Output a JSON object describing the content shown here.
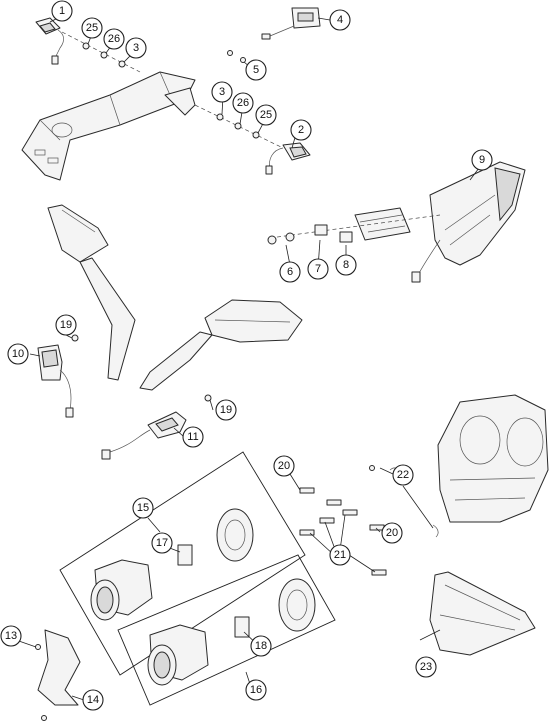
{
  "callouts": [
    {
      "id": "c1",
      "label": "1"
    },
    {
      "id": "c2",
      "label": "2"
    },
    {
      "id": "c3a",
      "label": "3"
    },
    {
      "id": "c3b",
      "label": "3"
    },
    {
      "id": "c4",
      "label": "4"
    },
    {
      "id": "c5",
      "label": "5"
    },
    {
      "id": "c6",
      "label": "6"
    },
    {
      "id": "c7",
      "label": "7"
    },
    {
      "id": "c8",
      "label": "8"
    },
    {
      "id": "c9",
      "label": "9"
    },
    {
      "id": "c10",
      "label": "10"
    },
    {
      "id": "c11",
      "label": "11"
    },
    {
      "id": "c13",
      "label": "13"
    },
    {
      "id": "c14",
      "label": "14"
    },
    {
      "id": "c15",
      "label": "15"
    },
    {
      "id": "c16",
      "label": "16"
    },
    {
      "id": "c17",
      "label": "17"
    },
    {
      "id": "c18",
      "label": "18"
    },
    {
      "id": "c19a",
      "label": "19"
    },
    {
      "id": "c19b",
      "label": "19"
    },
    {
      "id": "c20a",
      "label": "20"
    },
    {
      "id": "c20b",
      "label": "20"
    },
    {
      "id": "c21",
      "label": "21"
    },
    {
      "id": "c22",
      "label": "22"
    },
    {
      "id": "c23",
      "label": "23"
    },
    {
      "id": "c25a",
      "label": "25"
    },
    {
      "id": "c25b",
      "label": "25"
    },
    {
      "id": "c26a",
      "label": "26"
    },
    {
      "id": "c26b",
      "label": "26"
    }
  ]
}
